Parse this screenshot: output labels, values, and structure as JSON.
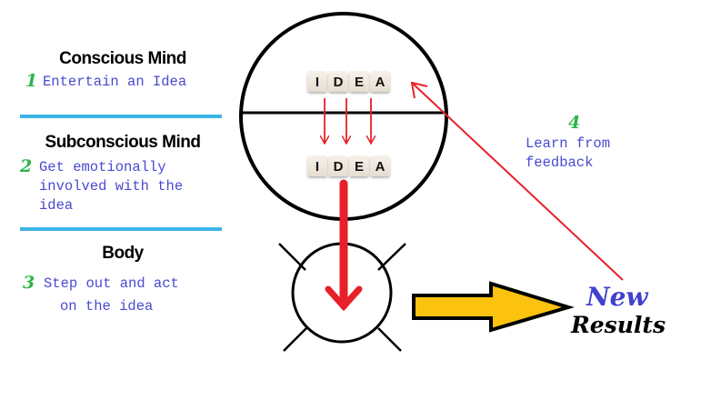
{
  "sections": [
    {
      "title": "Conscious Mind",
      "step": "1",
      "lines": [
        "Entertain an Idea"
      ]
    },
    {
      "title": "Subconscious Mind",
      "step": "2",
      "lines": [
        "Get emotionally",
        "involved with the",
        "idea"
      ]
    },
    {
      "title": "Body",
      "step": "3",
      "lines": [
        "Step out and act",
        "on the idea"
      ]
    }
  ],
  "feedback": {
    "step": "4",
    "lines": [
      "Learn from",
      "feedback"
    ]
  },
  "idea_blocks": {
    "letters": [
      "I",
      "D",
      "E",
      "A"
    ]
  },
  "result": {
    "line1": "New",
    "line2": "Results"
  },
  "colors": {
    "step_number": "#2bb54a",
    "text_blue": "#4a4ad0",
    "separator": "#3cb4e6",
    "arrow_red": "#e8202a",
    "arrow_yellow": "#fbc30f"
  }
}
